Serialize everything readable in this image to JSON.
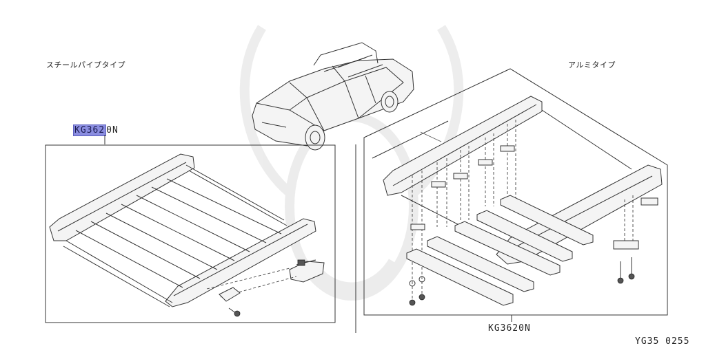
{
  "labels": {
    "steel_pipe_type": "スチールパイプタイプ",
    "aluminum_type": "アルミタイプ"
  },
  "parts": {
    "left_part_prefix": "KG362",
    "left_part_suffix": "0N",
    "right_part": "KG3620N"
  },
  "figure_code": "YG35 0255",
  "colors": {
    "highlight": "#8a8de0",
    "line": "#333333"
  }
}
